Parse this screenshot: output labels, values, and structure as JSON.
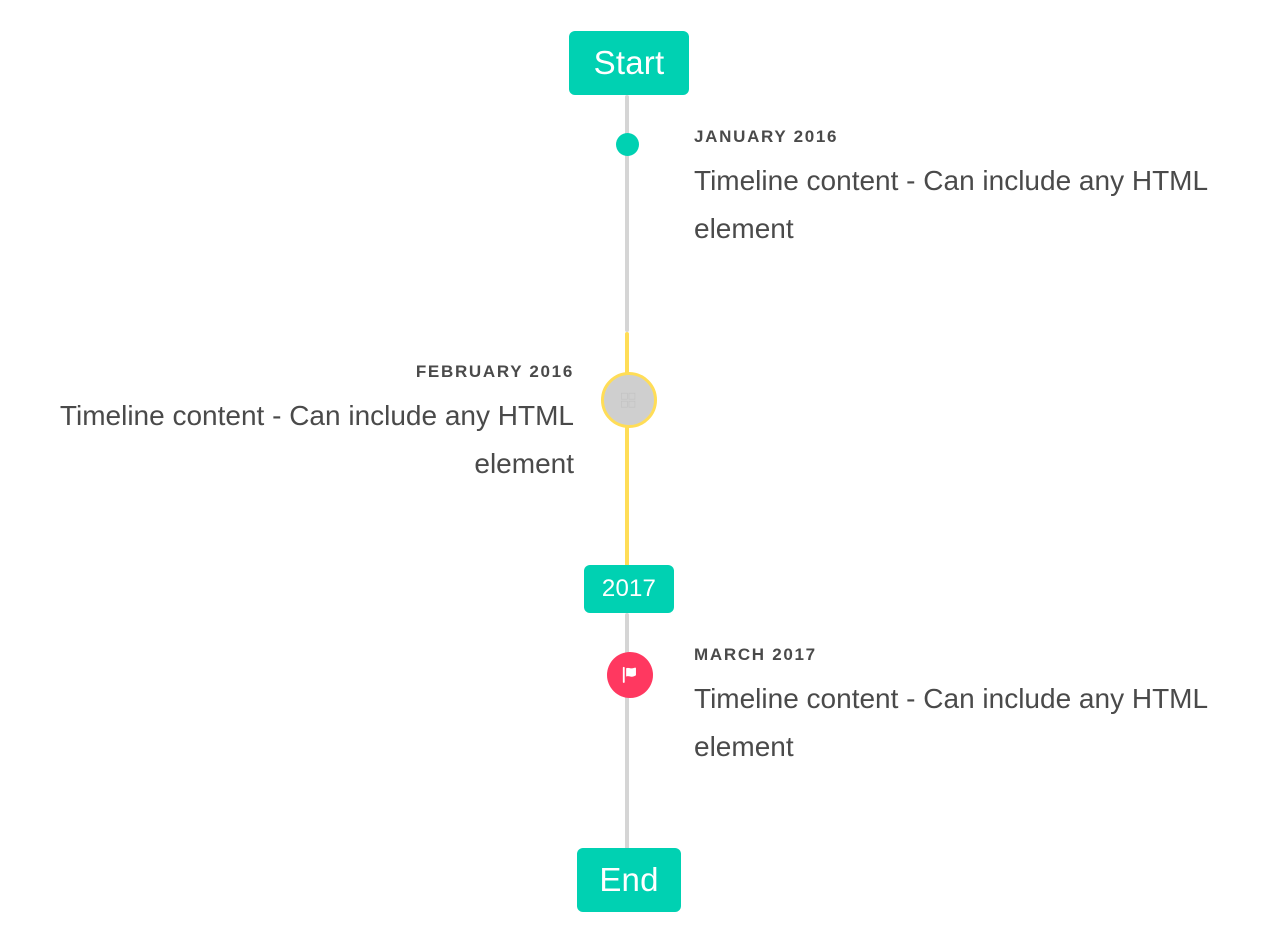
{
  "timeline": {
    "header": {
      "label": "Start"
    },
    "footer": {
      "label": "End"
    },
    "year_marker": {
      "label": "2017"
    },
    "items": [
      {
        "heading": "JANUARY 2016",
        "content": "Timeline content - Can include any HTML element",
        "side": "right",
        "marker": "dot-marker",
        "marker_color": "#00d1b2"
      },
      {
        "heading": "FEBRUARY 2016",
        "content": "Timeline content - Can include any HTML element",
        "side": "left",
        "marker": "image-marker",
        "marker_color": "#cfcfcf",
        "marker_border_color": "#ffdd57",
        "marker_glyph": "□□\n□□"
      },
      {
        "heading": "MARCH 2017",
        "content": "Timeline content - Can include any HTML element",
        "side": "right",
        "marker": "flag-icon-marker",
        "marker_color": "#ff3860"
      }
    ],
    "colors": {
      "primary": "#00d1b2",
      "warning": "#ffdd57",
      "danger": "#ff3860",
      "rail": "#d5d5d5",
      "text": "#4a4a4a",
      "background": "#ffffff"
    }
  }
}
